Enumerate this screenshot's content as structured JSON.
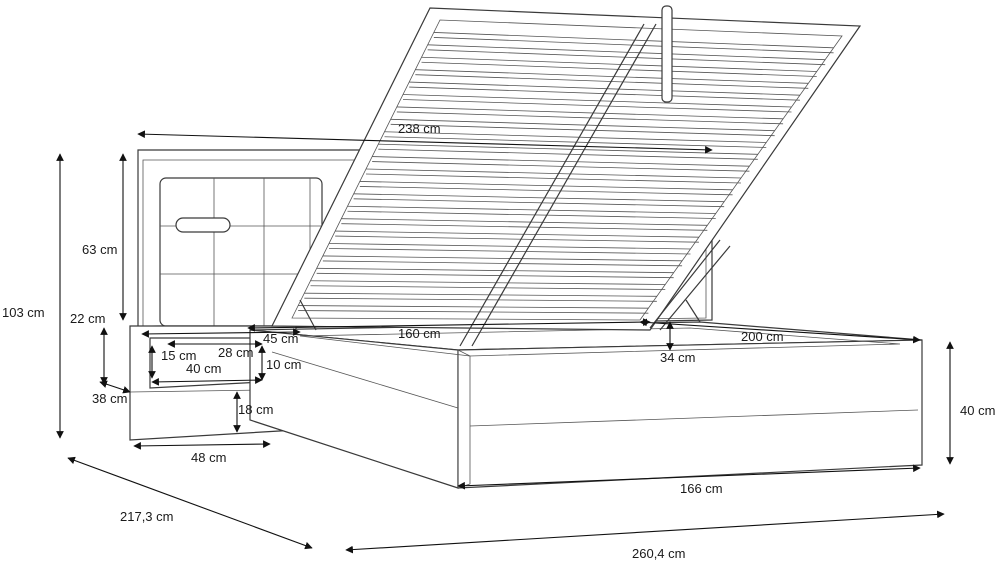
{
  "dimensions": {
    "total_length": "260,4 cm",
    "total_width": "217,3 cm",
    "total_height": "103 cm",
    "headboard_height": "63 cm",
    "nightstand_height": "22 cm",
    "nightstand_depth": "38 cm",
    "nightstand_width": "48 cm",
    "nightstand_leg": "18 cm",
    "drawer_depth": "15 cm",
    "drawer_width": "40 cm",
    "drawer_height": "10 cm",
    "drawer_inner": "28 cm",
    "storage_offset": "45 cm",
    "mattress_width": "160 cm",
    "mattress_length": "200 cm",
    "storage_depth": "34 cm",
    "frame_width": "166 cm",
    "frame_height": "40 cm",
    "headboard_width": "238 cm"
  },
  "colors": {
    "line": "#3a3a3a",
    "dimension": "#111111",
    "background": "#ffffff"
  }
}
